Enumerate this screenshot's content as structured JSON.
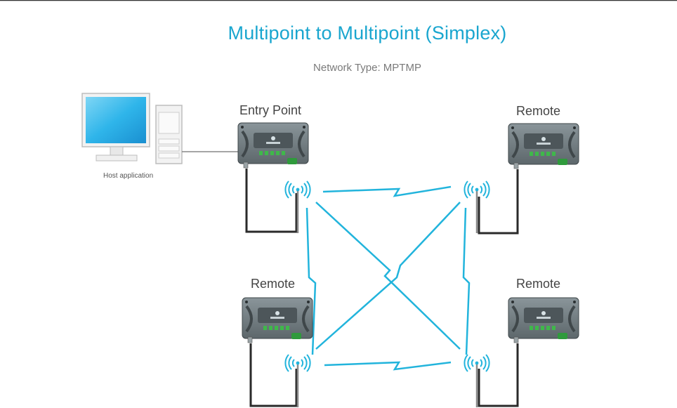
{
  "diagram": {
    "title": "Multipoint to Multipoint (Simplex)",
    "subtitle": "Network Type: MPTMP",
    "host_label": "Host application",
    "nodes": [
      {
        "id": "entry",
        "label": "Entry Point"
      },
      {
        "id": "remote-1",
        "label": "Remote"
      },
      {
        "id": "remote-2",
        "label": "Remote"
      },
      {
        "id": "remote-3",
        "label": "Remote"
      }
    ]
  },
  "colors": {
    "accent": "#1aa6cf",
    "link": "#22b4dc",
    "device_body": "#6f7b80",
    "device_dark": "#4a5357",
    "led_green": "#3fb84a"
  },
  "icons": [
    "desktop-computer-icon",
    "radio-modem-icon",
    "antenna-icon",
    "wireless-signal-icon"
  ]
}
